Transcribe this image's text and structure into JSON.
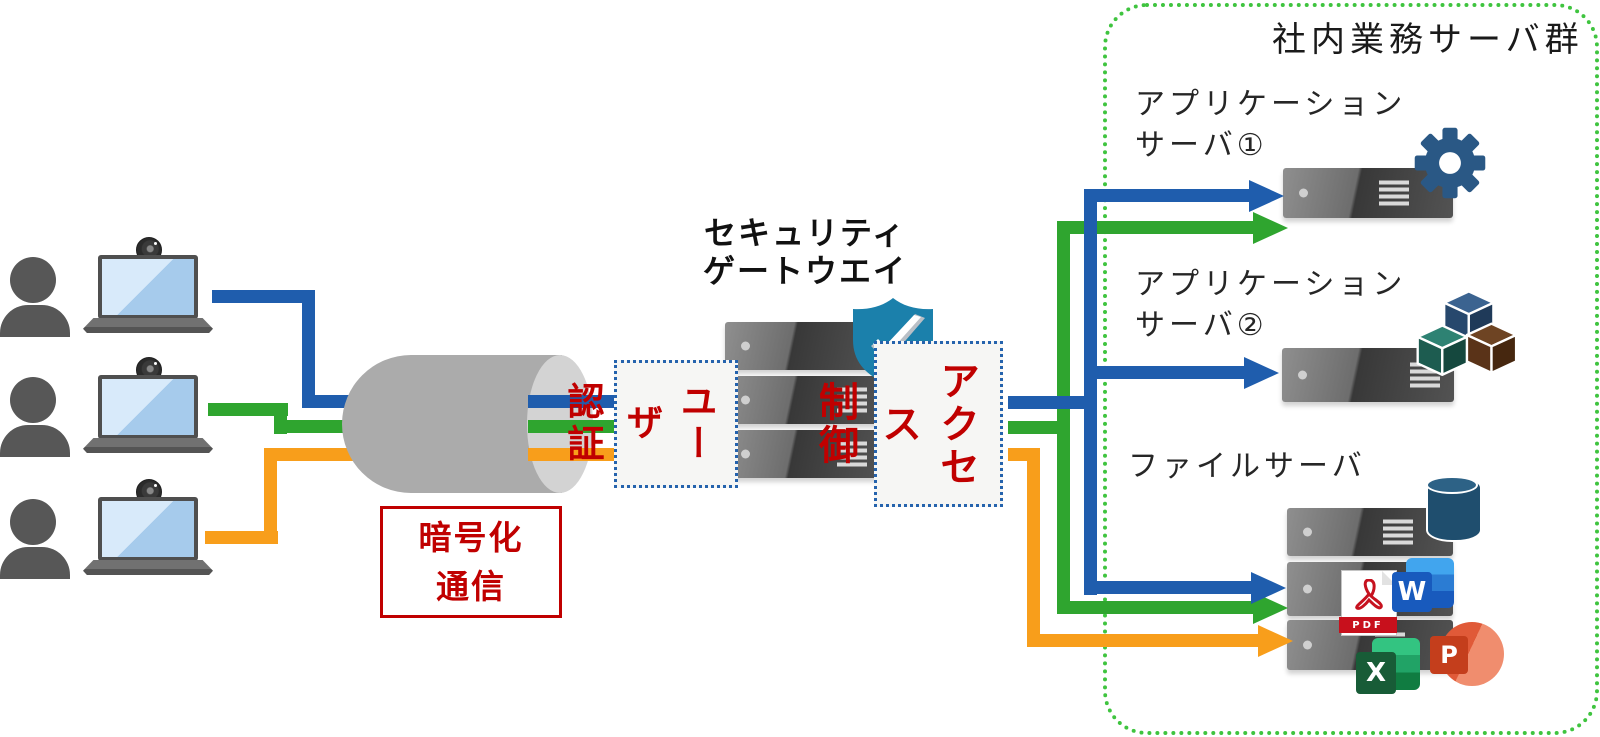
{
  "server_group": {
    "label": "社内業務サーバ群"
  },
  "gateway": {
    "title_line1": "セキュリティ",
    "title_line2": "ゲートウエイ"
  },
  "encrypted_box": {
    "line1": "暗号化",
    "line2": "通信"
  },
  "user_auth_box": {
    "col1": "ユーザ",
    "col2": "認証"
  },
  "access_box": {
    "col1": "アクセス",
    "col2": "制御"
  },
  "servers": {
    "app1": {
      "line1": "アプリケーション",
      "line2": "サーバ①"
    },
    "app2": {
      "line1": "アプリケーション",
      "line2": "サーバ②"
    },
    "file": {
      "line1": "ファイルサーバ"
    }
  },
  "file_icons": {
    "pdf_label": "PDF",
    "word_letter": "W",
    "excel_letter": "X",
    "ppt_letter": "P"
  },
  "colors": {
    "line_blue": "#1f5dad",
    "line_green": "#2fa52f",
    "line_orange": "#f89e1b",
    "accent_red": "#c00000",
    "dotted_blue": "#2563ad",
    "dotted_green": "#3fc43f",
    "shield_blue": "#1b80ab",
    "gear_blue": "#2a5885",
    "db_navy": "#1f4e6e",
    "tunnel_gray": "#ababab",
    "tunnel_end": "#d3d3d3"
  }
}
